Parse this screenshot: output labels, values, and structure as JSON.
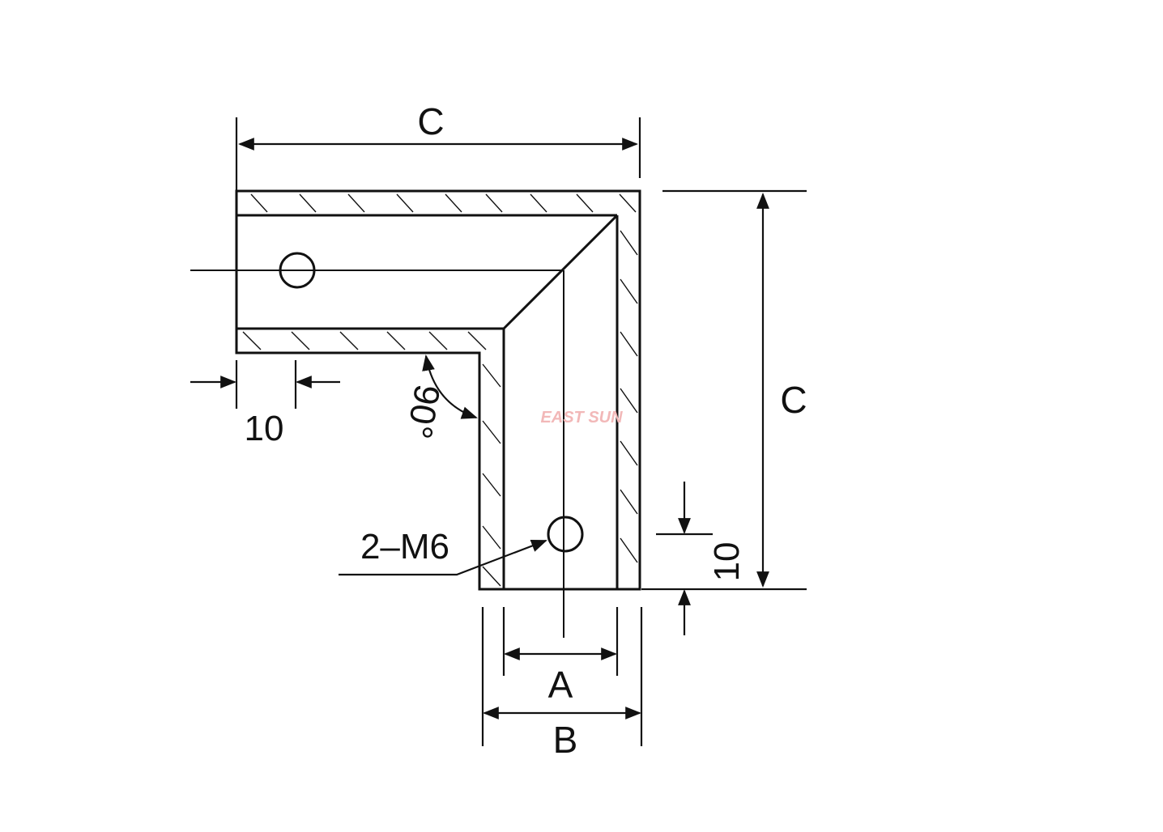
{
  "diagram": {
    "labels": {
      "top_width": "C",
      "right_height": "C",
      "edge_offset_horizontal": "10",
      "edge_offset_vertical": "10",
      "angle": "90°",
      "holes": "2–M6",
      "inner_width": "A",
      "outer_width": "B"
    },
    "watermark": "EAST SUN",
    "colors": {
      "line": "#111111",
      "watermark": "#f2b8b8"
    }
  }
}
